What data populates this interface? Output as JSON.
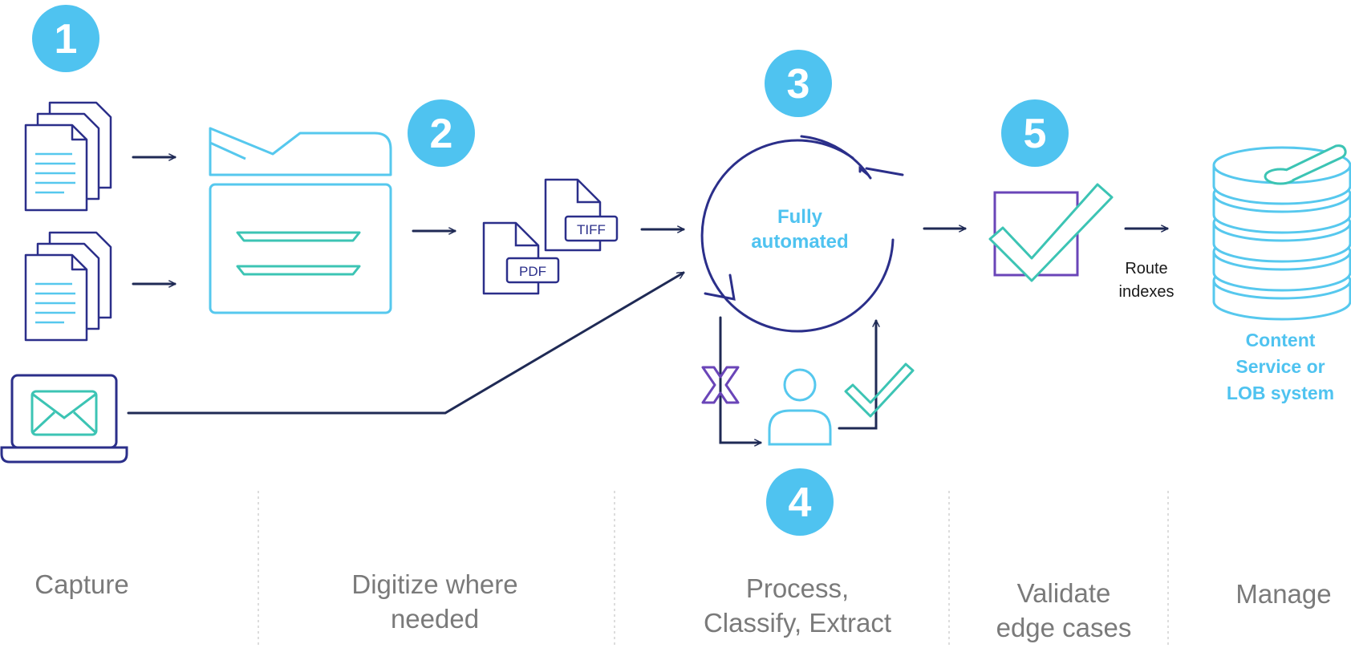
{
  "steps": {
    "capture_number": "1",
    "digitize_number": "2",
    "process_number": "3",
    "validate_human_number": "4",
    "validate_number": "5"
  },
  "file_types": {
    "tiff": "TIFF",
    "pdf": "PDF"
  },
  "process": {
    "center_line1": "Fully",
    "center_line2": "automated"
  },
  "route": {
    "line1": "Route",
    "line2": "indexes"
  },
  "destination": {
    "line1": "Content",
    "line2": "Service or",
    "line3": "LOB system"
  },
  "stages": {
    "capture": "Capture",
    "digitize_line1": "Digitize where",
    "digitize_line2": "needed",
    "process_line1": "Process,",
    "process_line2": "Classify, Extract",
    "validate_line1": "Validate",
    "validate_line2": "edge cases",
    "manage": "Manage"
  },
  "colors": {
    "step_badge": "#4fc3f0",
    "navy": "#2b2f8a",
    "light_blue": "#56c8ee",
    "teal": "#3cc4b4",
    "purple": "#6a45b8",
    "arrow": "#1f2a55",
    "stage_label": "#7a7a7a",
    "divider": "#d2d2d2"
  }
}
